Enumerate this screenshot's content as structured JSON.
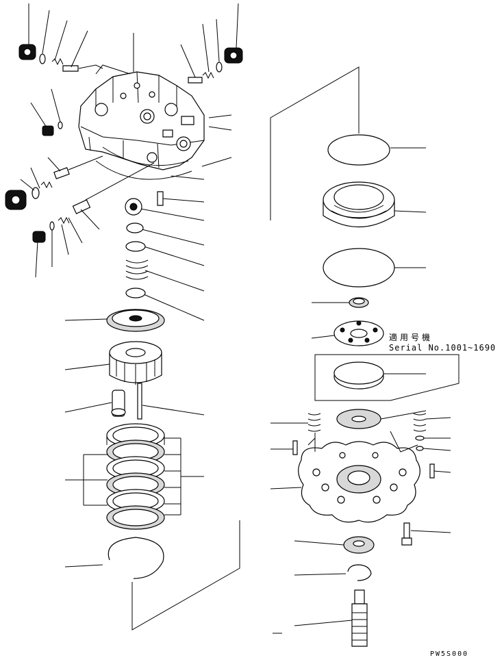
{
  "diagram": {
    "note_applicable": "適用号機",
    "note_serial": "Serial No.1001~1690",
    "drawing_code": "PW5S000"
  },
  "colors": {
    "ink": "#000000",
    "paper": "#ffffff"
  }
}
